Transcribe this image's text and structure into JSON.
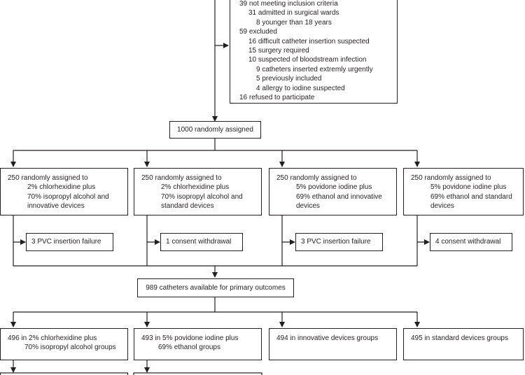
{
  "exclusion": {
    "lines": [
      {
        "text": "39 not meeting inclusion criteria",
        "level": 1
      },
      {
        "text": "31 admitted in surgical wards",
        "level": 2
      },
      {
        "text": "8 younger than 18 years",
        "level": 3
      },
      {
        "text": "59 excluded",
        "level": 1
      },
      {
        "text": "16 difficult catheter insertion suspected",
        "level": 2
      },
      {
        "text": "15 surgery required",
        "level": 2
      },
      {
        "text": "10 suspected of bloodstream infection",
        "level": 2
      },
      {
        "text": "9 catheters inserted extremly urgently",
        "level": 3
      },
      {
        "text": "5 previously included",
        "level": 3
      },
      {
        "text": "4 allergy to iodine suspected",
        "level": 3
      },
      {
        "text": "16 refused to participate",
        "level": 1
      }
    ]
  },
  "randomised": "1000 randomly assigned",
  "arms": [
    {
      "count": "250 randomly assigned to",
      "lines": [
        "2% chlorhexidine plus",
        "70% isopropyl alcohol and",
        "innovative devices"
      ],
      "loss": "3 PVC insertion failure"
    },
    {
      "count": "250 randomly assigned to",
      "lines": [
        "2% chlorhexidine plus",
        "70% isopropyl alcohol and",
        "standard devices"
      ],
      "loss": "1 consent withdrawal"
    },
    {
      "count": "250 randomly assigned to",
      "lines": [
        "5% povidone iodine plus",
        "69% ethanol and innovative",
        "devices"
      ],
      "loss": "3 PVC insertion failure"
    },
    {
      "count": "250 randomly assigned to",
      "lines": [
        "5% povidone iodine plus",
        "69% ethanol and standard",
        "devices"
      ],
      "loss": "4 consent withdrawal"
    }
  ],
  "available": "989 catheters available for primary outcomes",
  "groups": [
    {
      "line1": "496 in 2% chlorhexidine plus",
      "line2": "70% isopropyl alcohol groups"
    },
    {
      "line1": "493 in 5% povidone iodine plus",
      "line2": "69% ethanol groups"
    },
    {
      "line1": "494 in innovative devices groups",
      "line2": ""
    },
    {
      "line1": "495 in standard devices groups",
      "line2": ""
    }
  ]
}
